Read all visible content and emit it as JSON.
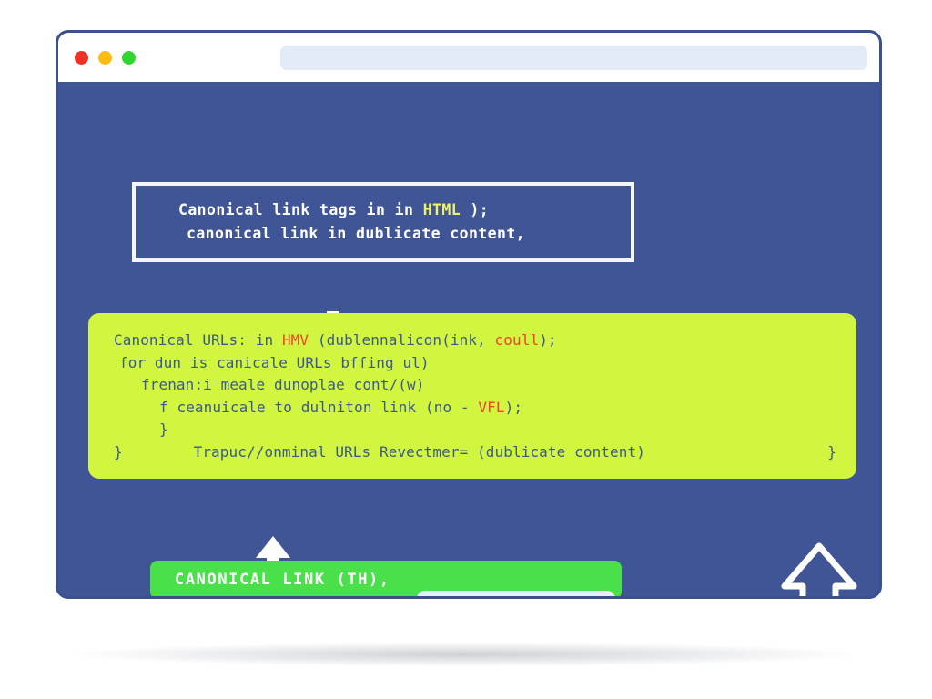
{
  "window": {
    "traffic_lights": [
      {
        "name": "close-dot",
        "color": "#f03226"
      },
      {
        "name": "minimize-dot",
        "color": "#fdbc11"
      },
      {
        "name": "maximize-dot",
        "color": "#2fd62f"
      }
    ],
    "address_bar": {
      "value": "",
      "placeholder": ""
    },
    "colors": {
      "chrome_blue": "#3f5596",
      "chrome_border": "#3b508c",
      "titlebar_white": "#ffffff",
      "addressbar_blue": "#e3ebf8",
      "code_panel_green": "#d2f53f",
      "code_text_blue": "#3a5a8c",
      "code_accent_red": "#e8452c",
      "cta_green": "#4ae04a",
      "header_accent_yellow": "#f2f26a"
    }
  },
  "header_box": {
    "line1_pre": "Canonical link tags in in ",
    "line1_highlight": "HTML",
    "line1_post": " );",
    "line2": "canonical link in dublicate content,"
  },
  "code_panel": {
    "lines": [
      {
        "indent": 0,
        "segments": [
          {
            "text": "Canonical URLs: in ",
            "color": "blue"
          },
          {
            "text": "HMV",
            "color": "red"
          },
          {
            "text": " (dublennalicon(ink, ",
            "color": "blue"
          },
          {
            "text": "coull",
            "color": "red"
          },
          {
            "text": ");",
            "color": "blue"
          }
        ]
      },
      {
        "indent": 1,
        "segments": [
          {
            "text": "for dun is canicale URLs bffing ul)",
            "color": "blue"
          }
        ]
      },
      {
        "indent": 2,
        "segments": [
          {
            "text": "frenan:i meale dunoplae cont/(w)",
            "color": "blue"
          }
        ]
      },
      {
        "indent": 3,
        "segments": [
          {
            "text": "f ceanuicale to dulniton link (no - ",
            "color": "blue"
          },
          {
            "text": "VFL",
            "color": "red"
          },
          {
            "text": ");",
            "color": "blue"
          }
        ]
      },
      {
        "indent": 3,
        "segments": [
          {
            "text": "}",
            "color": "blue"
          }
        ]
      },
      {
        "indent": 0,
        "segments": [
          {
            "text": "}        Trapuc//onminal URLs Revectmer= (dublicate content)",
            "color": "blue"
          }
        ],
        "trailing_brace": "}"
      }
    ]
  },
  "cta_button": {
    "label": "CANONICAL LINK (TH),"
  },
  "arrows": [
    {
      "name": "arrow-down-icon",
      "style": "solid",
      "direction": "down"
    },
    {
      "name": "arrow-up-icon",
      "style": "solid",
      "direction": "up"
    },
    {
      "name": "arrow-up-outline-icon",
      "style": "outline",
      "direction": "up"
    }
  ],
  "bottom_card": {
    "rows": [
      [
        "w-sm",
        "w-lg",
        "w-md"
      ],
      [
        "w-sm",
        "w-md",
        "w-xl"
      ]
    ]
  }
}
